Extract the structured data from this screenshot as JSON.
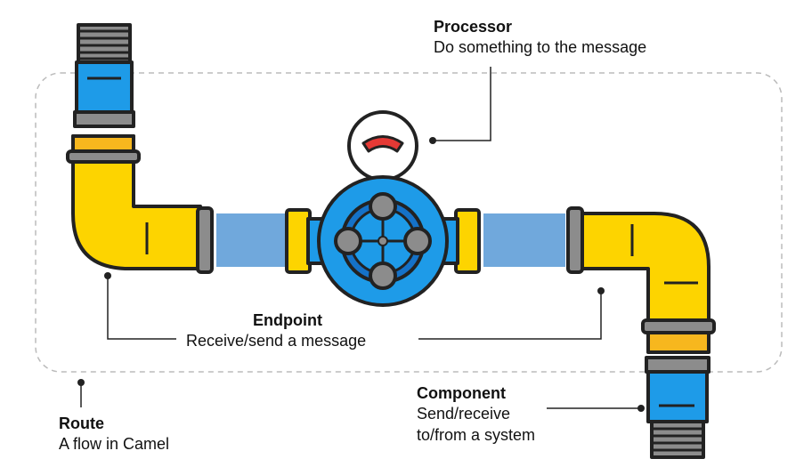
{
  "labels": {
    "processor": {
      "title": "Processor",
      "desc": "Do something to the message"
    },
    "endpoint": {
      "title": "Endpoint",
      "desc": "Receive/send a message"
    },
    "route": {
      "title": "Route",
      "desc": "A flow in Camel"
    },
    "component": {
      "title": "Component",
      "desc_line1": "Send/receive",
      "desc_line2": "to/from a system"
    }
  },
  "colors": {
    "yellow": "#FDD400",
    "orange_band": "#F7B71E",
    "blue_pipe": "#70A8DC",
    "blue_connector": "#1E9BE8",
    "dark_blue": "#1572C8",
    "gray": "#8C8C8C",
    "gauge_red": "#E53935",
    "outline": "#222222",
    "route_border": "#BBBBBB"
  }
}
